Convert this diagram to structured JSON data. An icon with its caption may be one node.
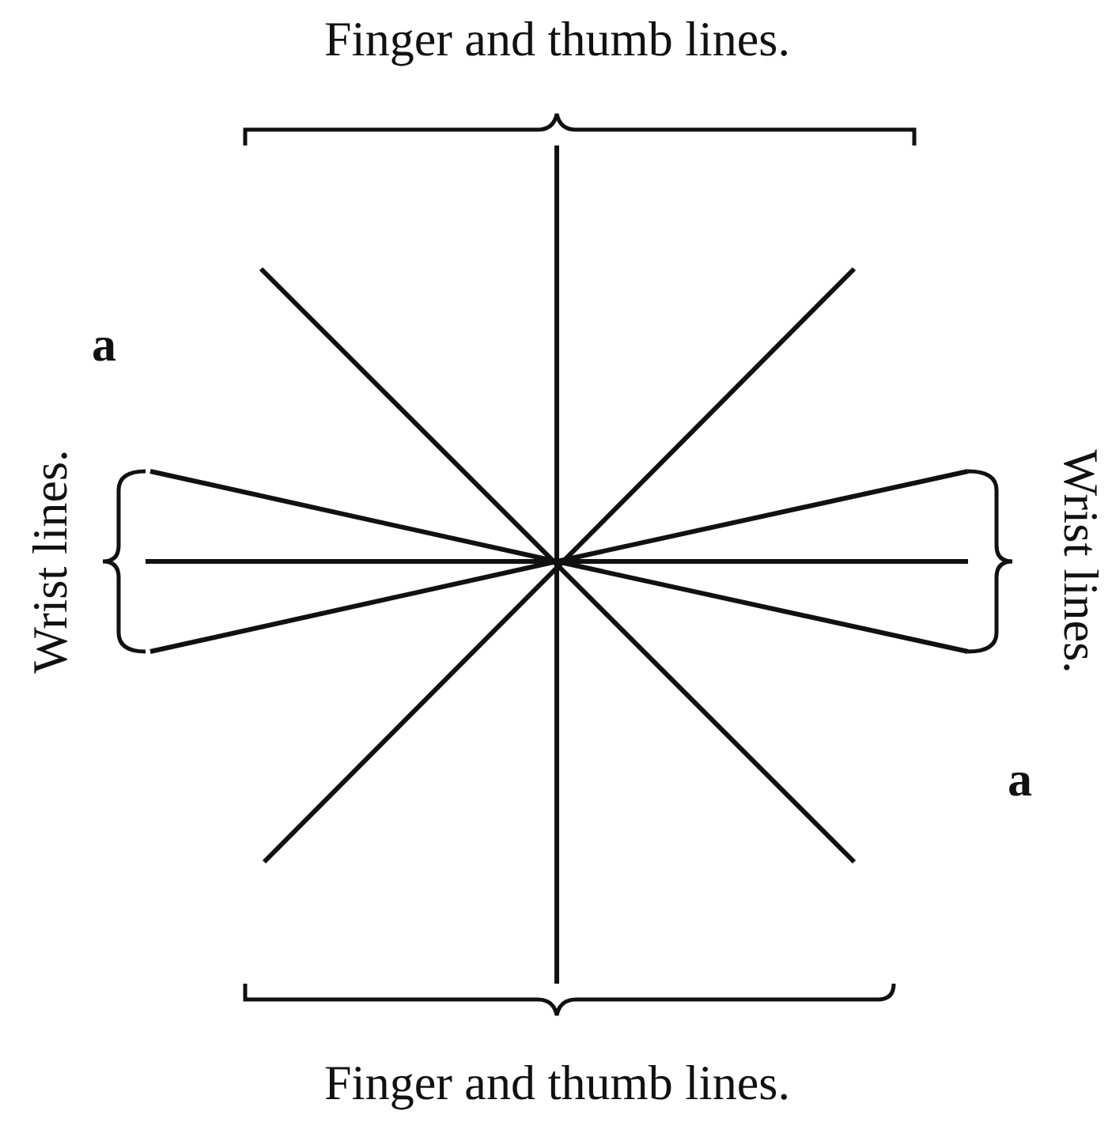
{
  "diagram": {
    "labels": [
      "Finger and thumb lines.",
      "a",
      "Wrist lines.",
      "Wrist lines.",
      "a",
      "Finger and thumb lines."
    ]
  }
}
